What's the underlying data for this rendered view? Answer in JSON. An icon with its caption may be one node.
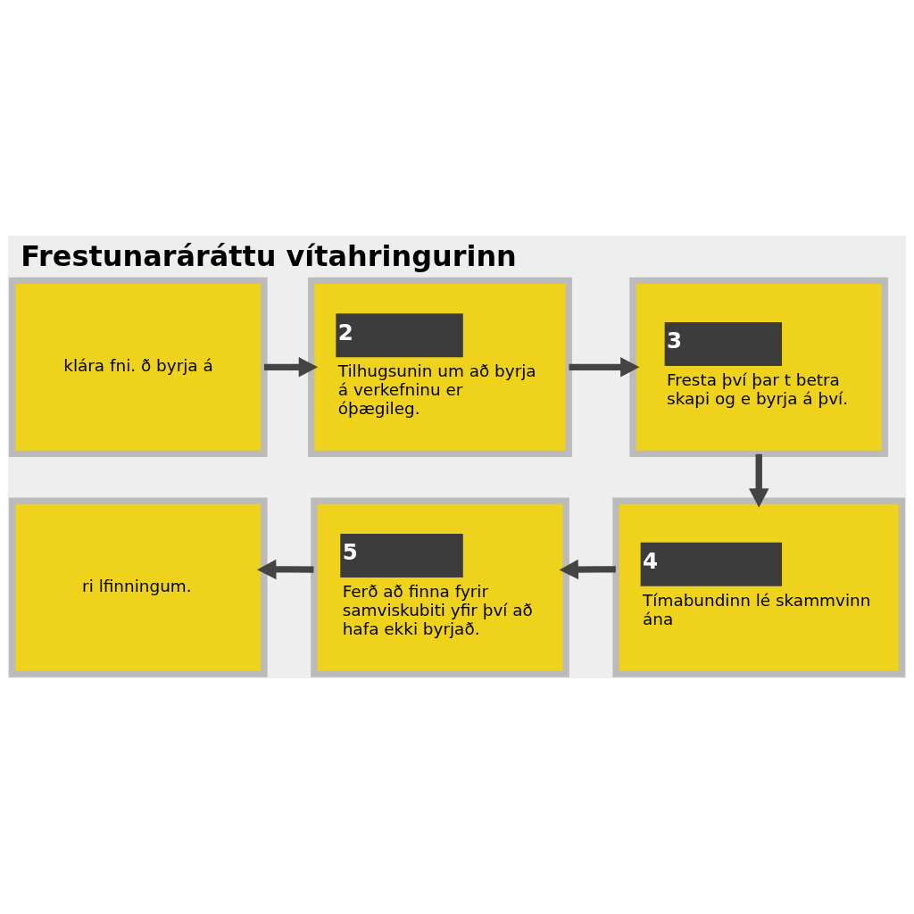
{
  "diagram": {
    "title": "Frestunaráráttu vítahringurinn",
    "nodes": [
      {
        "text": [
          "klára fni. ð byrja á"
        ]
      },
      {
        "text": [
          "2",
          "Tilhugsunin um að byrja á verkefninu er óþægileg."
        ]
      },
      {
        "text": [
          "3",
          "Fresta því þar t betra skapi og e byrja á því."
        ]
      },
      {
        "text": [
          "ri lfinningum."
        ]
      },
      {
        "text": [
          "5",
          "Ferð að finna fyrir samviskubiti yfir því að hafa ekki byrjað."
        ]
      },
      {
        "text": [
          "4",
          "Tímabundinn lé skammvinn ána"
        ]
      }
    ],
    "edges": [
      {
        "from": 0,
        "to": 1,
        "arrow": "to"
      },
      {
        "from": 1,
        "to": 2,
        "arrow": "to"
      },
      {
        "from": 2,
        "to": 5,
        "arrow": "to"
      },
      {
        "from": 5,
        "to": 4,
        "arrow": "to"
      },
      {
        "from": 4,
        "to": 3,
        "arrow": "to"
      }
    ]
  }
}
